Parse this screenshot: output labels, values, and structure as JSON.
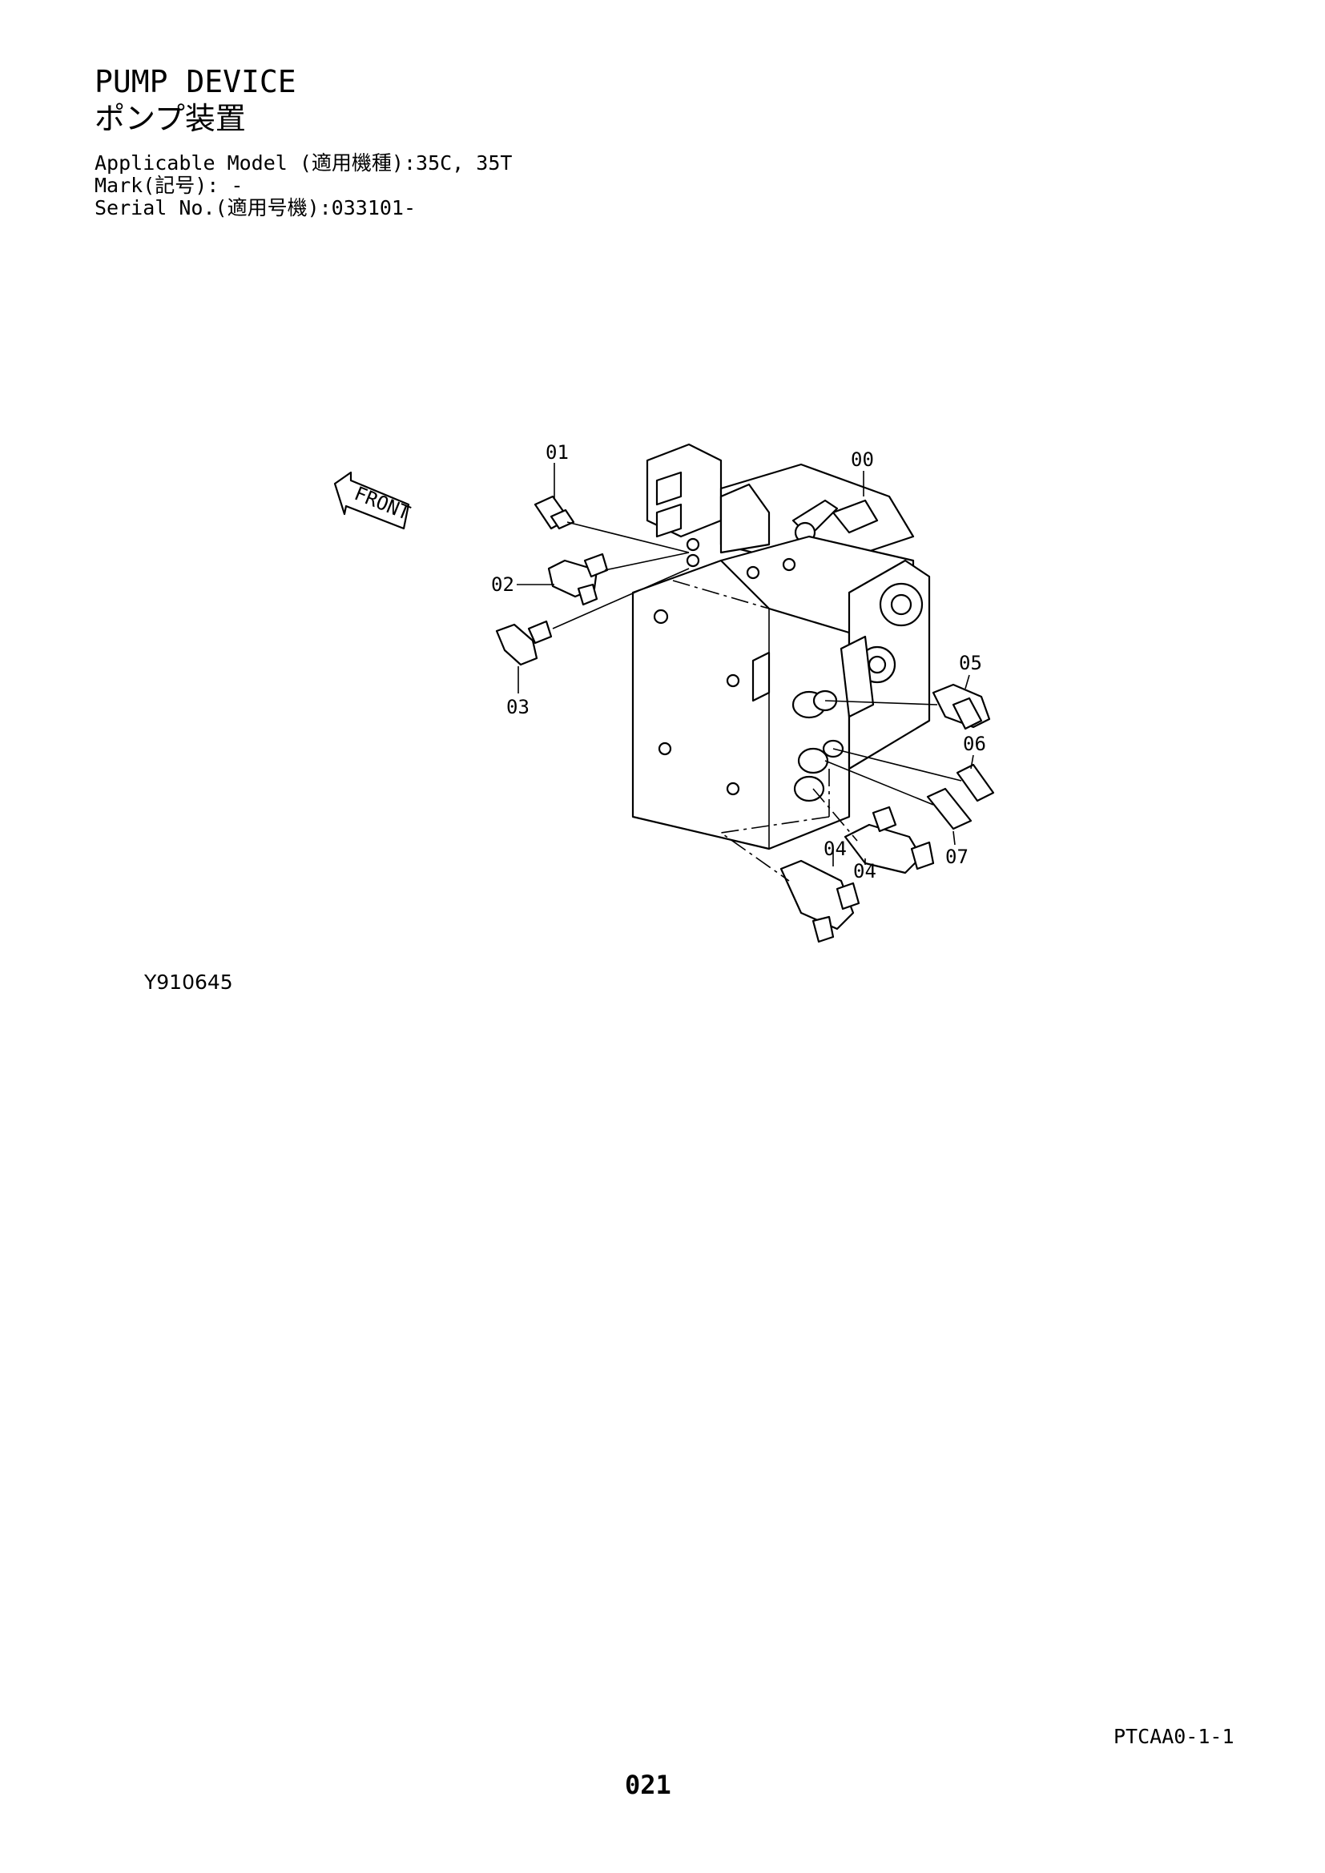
{
  "header": {
    "title": "PUMP DEVICE",
    "subtitle": "ポンプ装置",
    "applicable_model": "Applicable Model (適用機種):35C, 35T",
    "mark": "Mark(記号): -",
    "serial": "Serial No.(適用号機):033101-"
  },
  "diagram": {
    "front_label": "FRONT",
    "callouts": {
      "c00": "00",
      "c01": "01",
      "c02": "02",
      "c03": "03",
      "c04a": "04",
      "c04b": "04",
      "c05": "05",
      "c06": "06",
      "c07": "07"
    }
  },
  "footer": {
    "figure_id": "Y910645",
    "page_ref": "PTCAA0-1-1",
    "page_number": "021"
  }
}
